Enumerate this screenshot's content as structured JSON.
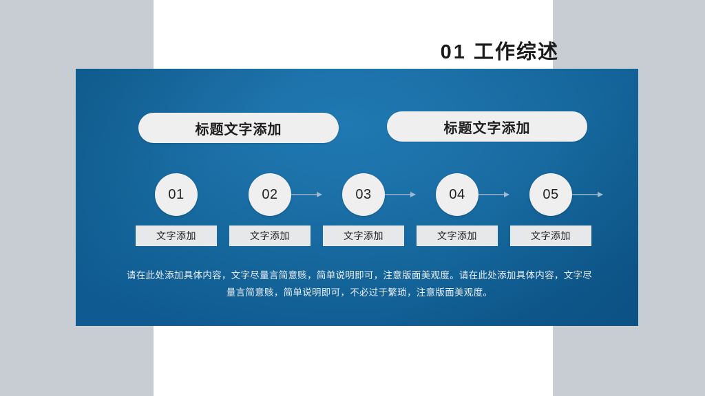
{
  "slide": {
    "title_number": "01",
    "title_text": "工作综述",
    "background_color": "#c8ccd3",
    "panel_color": "#ffffff",
    "box_color_light": "#2079b2",
    "box_color_dark": "#0f5b91"
  },
  "headings": [
    {
      "label": "标题文字添加"
    },
    {
      "label": "标题文字添加"
    }
  ],
  "steps": [
    {
      "number": "01",
      "label": "文字添加"
    },
    {
      "number": "02",
      "label": "文字添加"
    },
    {
      "number": "03",
      "label": "文字添加"
    },
    {
      "number": "04",
      "label": "文字添加"
    },
    {
      "number": "05",
      "label": "文字添加"
    }
  ],
  "body": {
    "paragraph": "请在此处添加具体内容，文字尽量言简意赅，简单说明即可，注意版面美观度。请在此处添加具体内容，文字尽量言简意赅，简单说明即可，不必过于繁琐，注意版面美观度。"
  }
}
